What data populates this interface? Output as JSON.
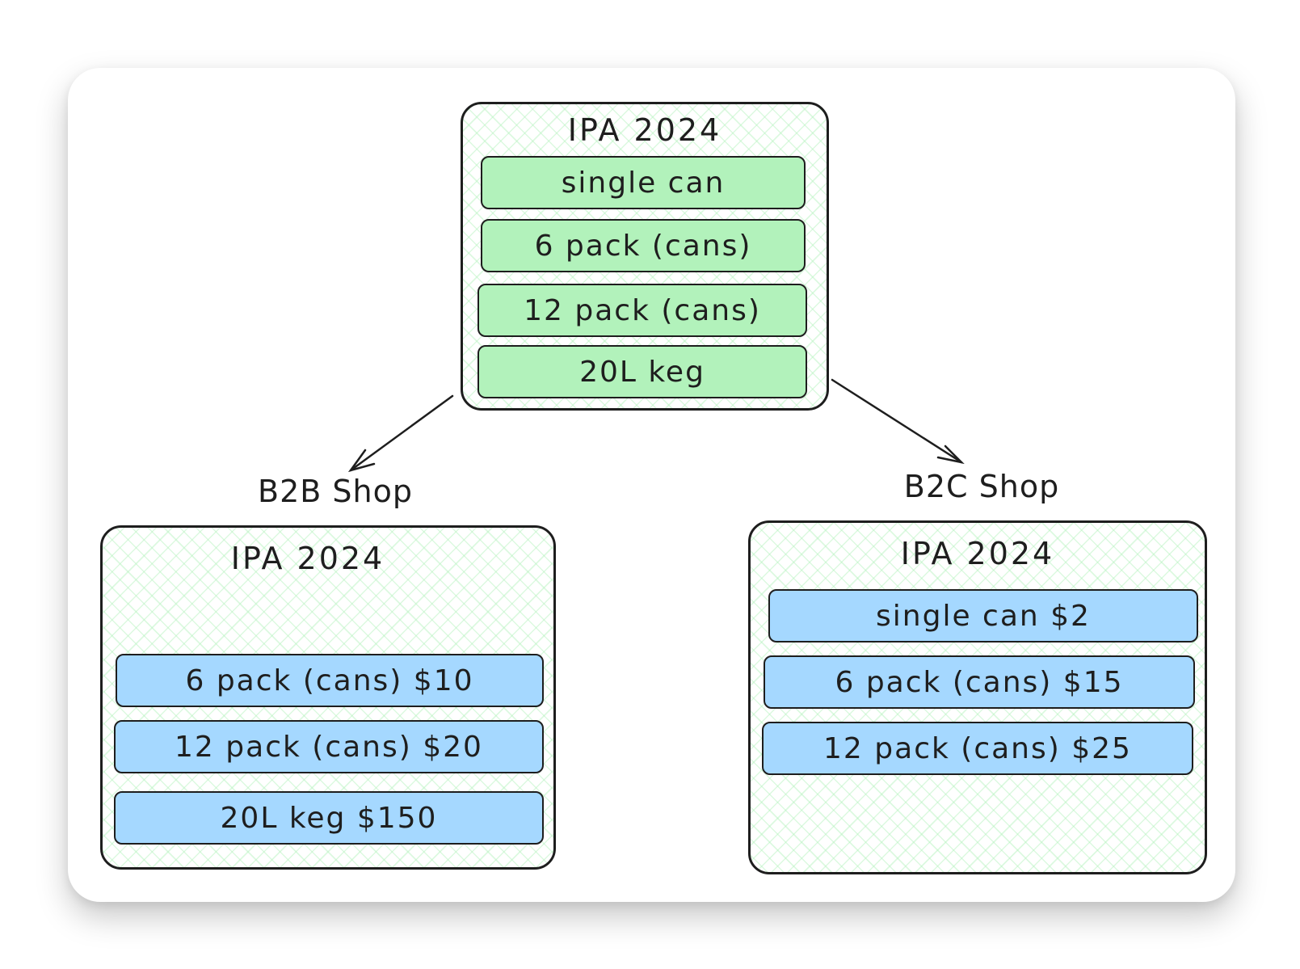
{
  "source": {
    "title": "IPA 2024",
    "items": [
      "single can",
      "6 pack (cans)",
      "12 pack (cans)",
      "20L keg"
    ]
  },
  "b2b": {
    "label": "B2B Shop",
    "title": "IPA 2024",
    "items": [
      "6 pack (cans) $10",
      "12 pack (cans) $20",
      "20L keg $150"
    ]
  },
  "b2c": {
    "label": "B2C Shop",
    "title": "IPA 2024",
    "items": [
      "single can $2",
      "6 pack (cans) $15",
      "12 pack (cans) $25"
    ]
  },
  "colors": {
    "source_item": "#b2f2bb",
    "shop_item": "#a5d8ff",
    "stroke": "#1e1e1e",
    "hatch": "#b2f2bb"
  }
}
